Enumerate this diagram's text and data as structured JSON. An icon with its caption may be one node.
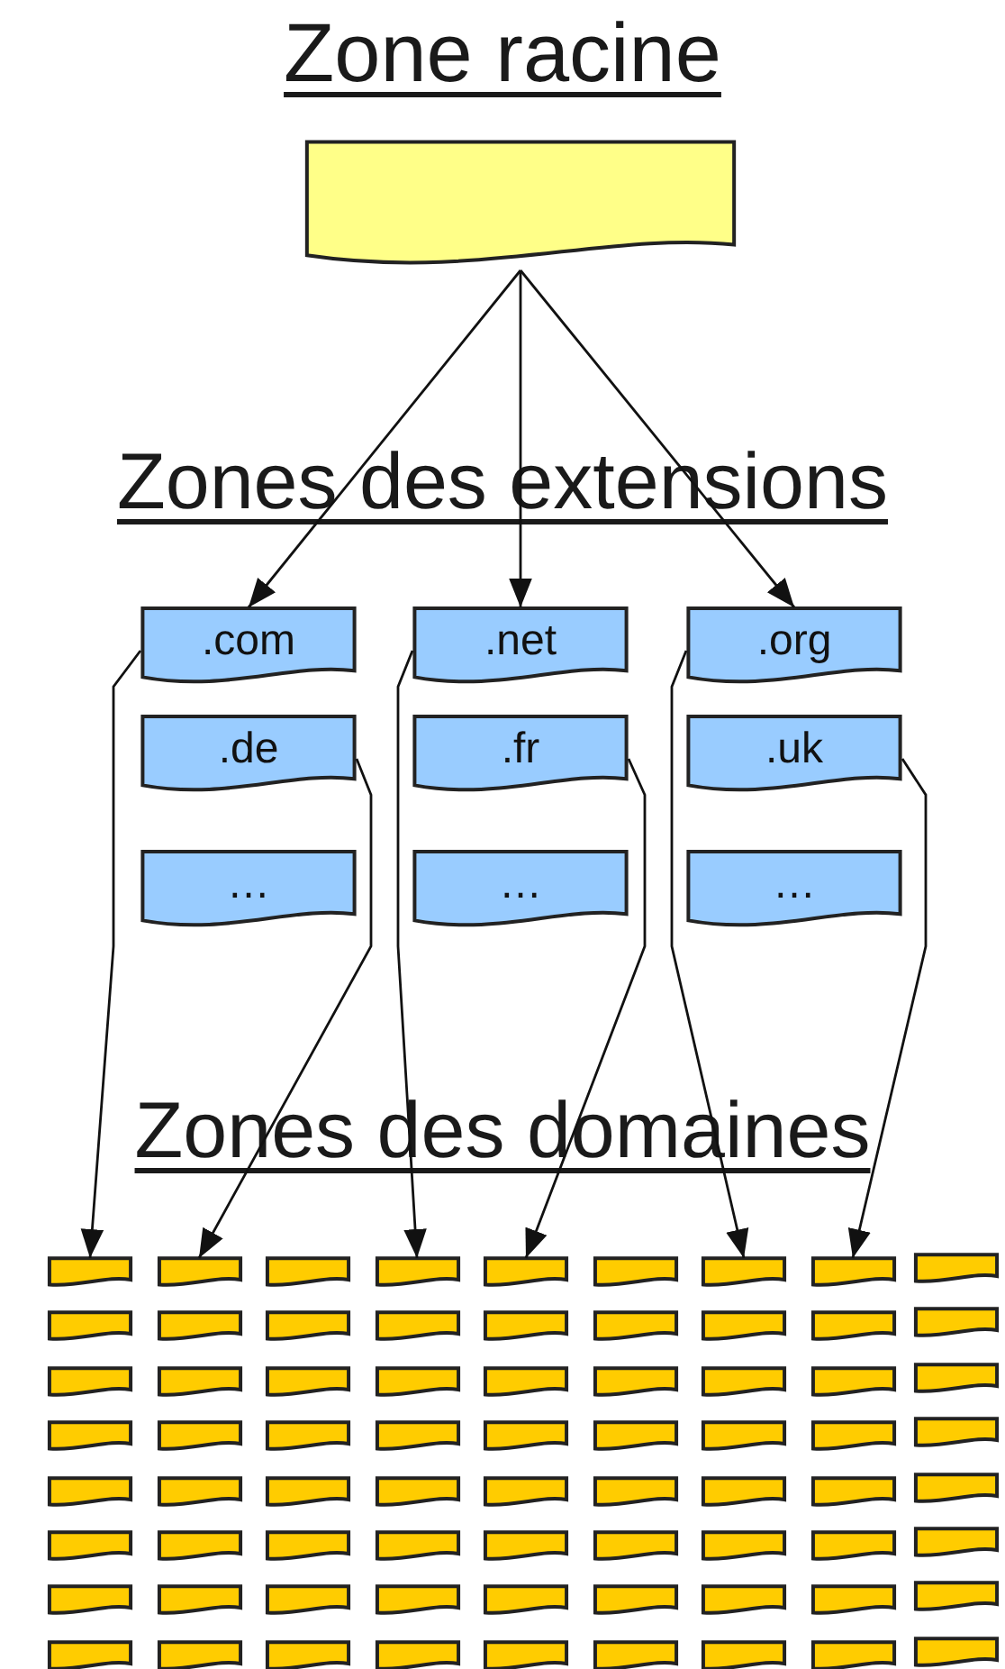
{
  "diagram": {
    "nodes": [
      {
        "text": [],
        "shape": "box"
      },
      {
        "text": [
          ".com"
        ]
      },
      {
        "text": [
          ".net"
        ]
      },
      {
        "text": [
          ".org"
        ]
      },
      {
        "text": [
          ".de"
        ]
      },
      {
        "text": [
          ".fr"
        ]
      },
      {
        "text": [
          ".uk"
        ]
      },
      {
        "text": [
          "…"
        ]
      },
      {
        "text": [
          "…"
        ]
      },
      {
        "text": [
          "…"
        ]
      },
      {
        "text": [],
        "shape": "box"
      },
      {
        "text": [],
        "shape": "box"
      },
      {
        "text": [],
        "shape": "box"
      },
      {
        "text": [],
        "shape": "box"
      },
      {
        "text": [],
        "shape": "box"
      },
      {
        "text": [],
        "shape": "box"
      },
      {
        "text": [],
        "shape": "box"
      },
      {
        "text": [],
        "shape": "box"
      },
      {
        "text": [],
        "shape": "box"
      },
      {
        "text": [],
        "shape": "box"
      },
      {
        "text": [],
        "shape": "box"
      },
      {
        "text": [],
        "shape": "box"
      },
      {
        "text": [],
        "shape": "box"
      },
      {
        "text": [],
        "shape": "box"
      },
      {
        "text": [],
        "shape": "box"
      },
      {
        "text": [],
        "shape": "box"
      },
      {
        "text": [],
        "shape": "box"
      },
      {
        "text": [],
        "shape": "box"
      },
      {
        "text": [],
        "shape": "box"
      },
      {
        "text": [],
        "shape": "box"
      },
      {
        "text": [],
        "shape": "box"
      },
      {
        "text": [],
        "shape": "box"
      },
      {
        "text": [],
        "shape": "box"
      },
      {
        "text": [],
        "shape": "box"
      },
      {
        "text": [],
        "shape": "box"
      },
      {
        "text": [],
        "shape": "box"
      },
      {
        "text": [],
        "shape": "box"
      },
      {
        "text": [],
        "shape": "box"
      },
      {
        "text": [],
        "shape": "box"
      },
      {
        "text": [],
        "shape": "box"
      },
      {
        "text": [],
        "shape": "box"
      },
      {
        "text": [],
        "shape": "box"
      },
      {
        "text": [],
        "shape": "box"
      },
      {
        "text": [],
        "shape": "box"
      },
      {
        "text": [],
        "shape": "box"
      },
      {
        "text": [],
        "shape": "box"
      },
      {
        "text": [],
        "shape": "box"
      },
      {
        "text": [],
        "shape": "box"
      },
      {
        "text": [],
        "shape": "box"
      },
      {
        "text": [],
        "shape": "box"
      },
      {
        "text": [],
        "shape": "box"
      },
      {
        "text": [],
        "shape": "box"
      },
      {
        "text": [],
        "shape": "box"
      },
      {
        "text": [],
        "shape": "box"
      },
      {
        "text": [],
        "shape": "box"
      },
      {
        "text": [],
        "shape": "box"
      },
      {
        "text": [],
        "shape": "box"
      },
      {
        "text": [],
        "shape": "box"
      },
      {
        "text": [],
        "shape": "box"
      },
      {
        "text": [],
        "shape": "box"
      },
      {
        "text": [],
        "shape": "box"
      },
      {
        "text": [],
        "shape": "box"
      },
      {
        "text": [],
        "shape": "box"
      },
      {
        "text": [],
        "shape": "box"
      },
      {
        "text": [],
        "shape": "box"
      },
      {
        "text": [],
        "shape": "box"
      },
      {
        "text": [],
        "shape": "box"
      },
      {
        "text": [],
        "shape": "box"
      },
      {
        "text": [],
        "shape": "box"
      },
      {
        "text": [],
        "shape": "box"
      },
      {
        "text": [],
        "shape": "box"
      },
      {
        "text": [],
        "shape": "box"
      },
      {
        "text": [],
        "shape": "box"
      },
      {
        "text": [],
        "shape": "box"
      },
      {
        "text": [],
        "shape": "box"
      },
      {
        "text": [],
        "shape": "box"
      },
      {
        "text": [],
        "shape": "box"
      },
      {
        "text": [],
        "shape": "box"
      },
      {
        "text": [],
        "shape": "box"
      },
      {
        "text": [],
        "shape": "box"
      },
      {
        "text": [],
        "shape": "box"
      },
      {
        "text": [],
        "shape": "box"
      }
    ],
    "edges": [
      {
        "from": 0,
        "to": 1,
        "arrow": "to"
      },
      {
        "from": 0,
        "to": 2,
        "arrow": "to"
      },
      {
        "from": 0,
        "to": 3,
        "arrow": "to"
      },
      {
        "from": 1,
        "to": 10,
        "arrow": "to"
      },
      {
        "from": 4,
        "to": 11,
        "arrow": "to"
      },
      {
        "from": 2,
        "to": 13,
        "arrow": "to"
      },
      {
        "from": 5,
        "to": 14,
        "arrow": "to"
      },
      {
        "from": 3,
        "to": 16,
        "arrow": "to"
      },
      {
        "from": 6,
        "to": 17,
        "arrow": "to"
      }
    ],
    "labels": [
      "Zone racine",
      "Zones des extensions",
      "Zones des domaines"
    ]
  }
}
